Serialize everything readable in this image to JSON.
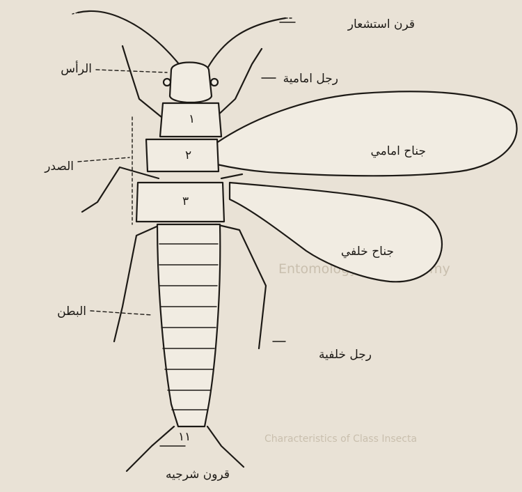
{
  "diagram": {
    "labels": {
      "antenna": "قرن استشعار",
      "head": "الرأس",
      "foreleg": "رجل امامية",
      "forewing": "جناح امامي",
      "thorax": "الصدر",
      "hindwing": "جناح خلفي",
      "abdomen": "البطن",
      "hindleg": "رجل خلفية",
      "cerci": "قرون شرجيه"
    },
    "segment_numbers": [
      "١",
      "٢",
      "٣",
      "١١"
    ],
    "background_text": {
      "line1": "Entomology and Anatomy",
      "line2": "Characteristics of Class Insecta"
    }
  }
}
